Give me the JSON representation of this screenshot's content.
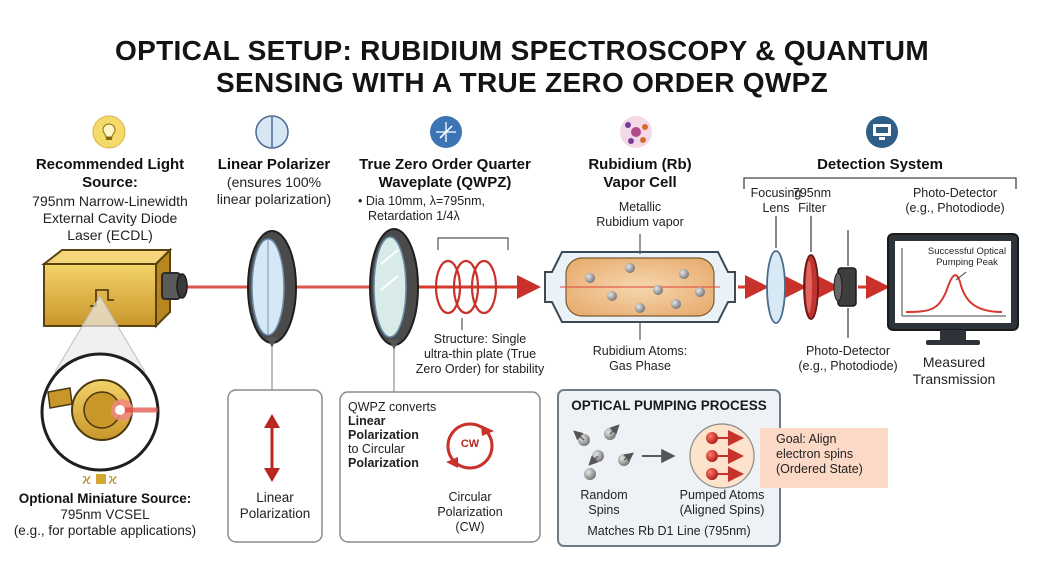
{
  "title": {
    "line1": "OPTICAL SETUP: RUBIDIUM SPECTROSCOPY & QUANTUM",
    "line2": "SENSING WITH A TRUE ZERO ORDER QWPZ"
  },
  "source": {
    "heading_line1": "Recommended Light",
    "heading_line2": "Source:",
    "desc_line1": "795nm Narrow-Linewidth",
    "desc_line2": "External Cavity Diode",
    "desc_line3": "Laser (ECDL)",
    "alt_heading": "Optional Miniature Source:",
    "alt_line1": "795nm VCSEL",
    "alt_line2": "(e.g., for portable applications)"
  },
  "polarizer": {
    "heading": "Linear Polarizer",
    "desc_line1": "(ensures 100%",
    "desc_line2": "linear polarization)",
    "box_line1": "Linear",
    "box_line2": "Polarization"
  },
  "qwpz": {
    "heading_line1": "True Zero Order Quarter",
    "heading_line2": "Waveplate (QWPZ)",
    "spec_line1": "• Dia 10mm, λ=795nm,",
    "spec_line2": "Retardation 1/4λ",
    "structure_line1": "Structure: Single",
    "structure_line2": "ultra-thin plate (True",
    "structure_line3": "Zero Order) for stability",
    "box_line1": "QWPZ converts",
    "box_line2": "Linear",
    "box_line3": "Polarization",
    "box_line4": "to Circular",
    "box_line5": "Polarization",
    "cw_label": "CW",
    "circ_line1": "Circular",
    "circ_line2": "Polarization",
    "circ_line3": "(CW)"
  },
  "cell": {
    "heading_line1": "Rubidium (Rb)",
    "heading_line2": "Vapor Cell",
    "metallic_line1": "Metallic",
    "metallic_line2": "Rubidium vapor",
    "atoms_line1": "Rubidium Atoms:",
    "atoms_line2": "Gas Phase"
  },
  "pumping": {
    "heading": "OPTICAL PUMPING PROCESS",
    "random_line1": "Random",
    "random_line2": "Spins",
    "pumped_line1": "Pumped Atoms",
    "pumped_line2": "(Aligned Spins)",
    "matches": "Matches Rb D1 Line (795nm)",
    "goal_line1": "Goal: Align",
    "goal_line2": "electron spins",
    "goal_line3": "(Ordered State)"
  },
  "detection": {
    "heading": "Detection System",
    "lens_line1": "Focusing",
    "lens_line2": "Lens",
    "filter_line1": "795nm",
    "filter_line2": "Filter",
    "pd_top_line1": "Photo-Detector",
    "pd_top_line2": "(e.g., Photodiode)",
    "pd_bottom_line1": "Photo-Detector",
    "pd_bottom_line2": "(e.g., Photodiode)",
    "monitor_line1": "Successful Optical",
    "monitor_line2": "Pumping Peak",
    "measured_line1": "Measured",
    "measured_line2": "Transmission"
  },
  "colors": {
    "beam": "#d63a2f",
    "laser_body": "#e0b640",
    "vapor": "#f1c79a",
    "goal_bg": "#fbd9c6",
    "pump_box_bg": "#eef2f6",
    "monitor": "#2d3338"
  },
  "icons": [
    "lightbulb-icon",
    "polarizer-icon",
    "waveplate-icon",
    "atom-icon",
    "monitor-icon"
  ]
}
